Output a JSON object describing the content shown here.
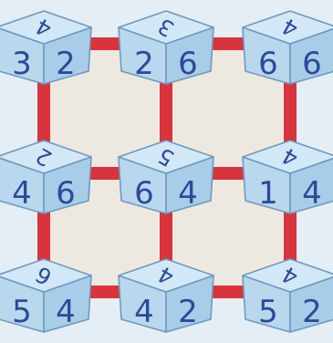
{
  "puzzle": {
    "colors": {
      "background": "#e4eef4",
      "grid_fill": "#ede9e0",
      "connector": "#d9333b",
      "cube_top": "#d3e8f6",
      "cube_left": "#b9d8ee",
      "cube_right": "#a7cde9",
      "cube_edge": "#6f99bf",
      "digit": "#2c4a9a"
    },
    "rows": [
      [
        {
          "top": "4",
          "left": "3",
          "right": "2"
        },
        {
          "top": "3",
          "left": "2",
          "right": "6"
        },
        {
          "top": "4",
          "left": "6",
          "right": "6"
        }
      ],
      [
        {
          "top": "2",
          "left": "4",
          "right": "6"
        },
        {
          "top": "5",
          "left": "6",
          "right": "4"
        },
        {
          "top": "4",
          "left": "1",
          "right": "4"
        }
      ],
      [
        {
          "top": "6",
          "left": "5",
          "right": "4"
        },
        {
          "top": "4",
          "left": "4",
          "right": "2"
        },
        {
          "top": "4",
          "left": "5",
          "right": "2"
        }
      ]
    ]
  }
}
